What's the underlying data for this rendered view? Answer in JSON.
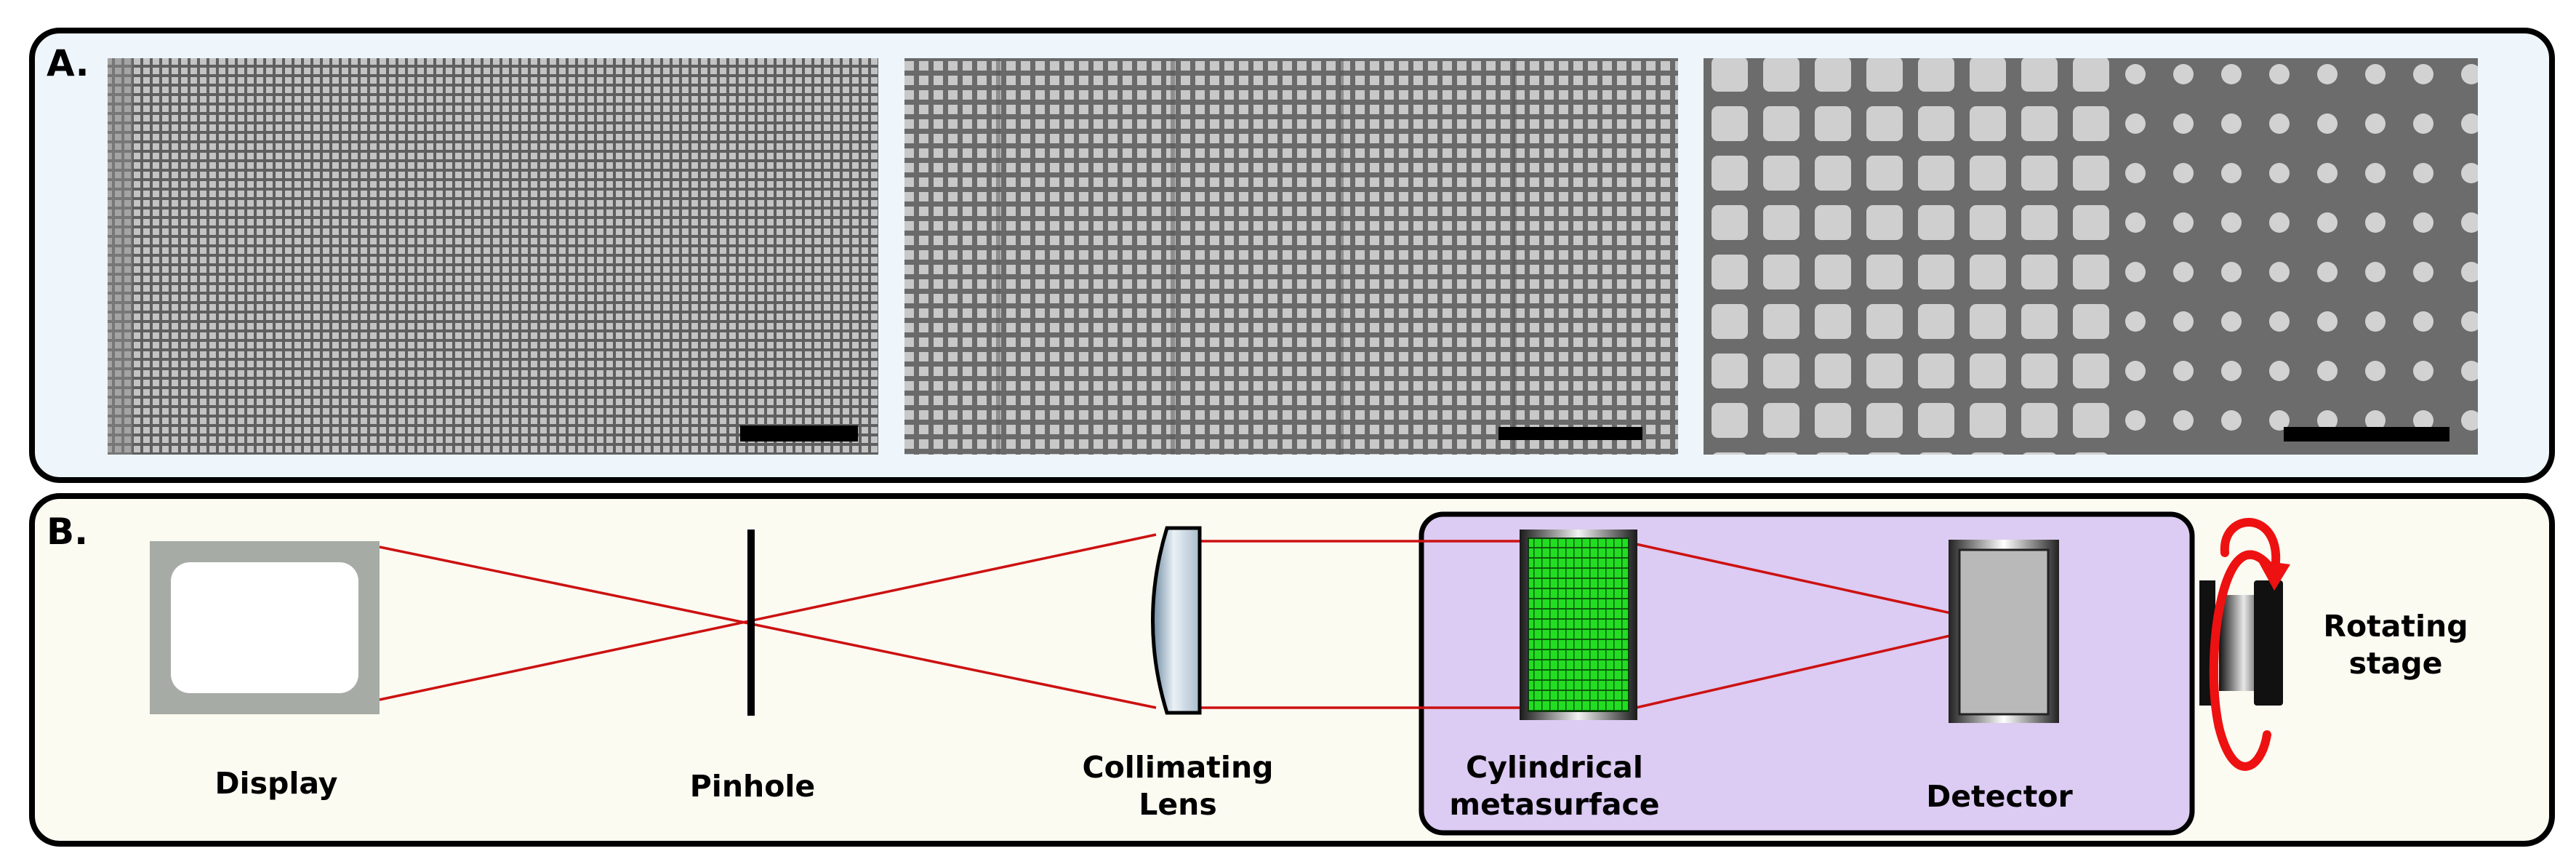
{
  "panel_a": {
    "label": "A."
  },
  "panel_b": {
    "label": "B.",
    "components": {
      "display": "Display",
      "pinhole": "Pinhole",
      "collimating_lens": [
        "Collimating",
        "Lens"
      ],
      "cylindrical_metasurface": [
        "Cylindrical",
        "metasurface"
      ],
      "detector": "Detector",
      "rotating_stage": [
        "Rotating",
        "stage"
      ]
    }
  },
  "colors": {
    "panel_a_bg": "#eef6fc",
    "panel_b_bg": "#fbfbf2",
    "enclosure_fill": "#dccbf2",
    "ray": "#cc1111",
    "metasurface_green": "#22dd22",
    "rotation_arrow": "#ee1111",
    "sem_background": "#666666",
    "sem_pillar": "#c9c9c9"
  },
  "icons": [
    "display-icon",
    "pinhole-icon",
    "lens-icon",
    "metasurface-icon",
    "detector-icon",
    "rotating-stage-icon",
    "rotation-arrow-icon",
    "scale-bar-icon"
  ]
}
